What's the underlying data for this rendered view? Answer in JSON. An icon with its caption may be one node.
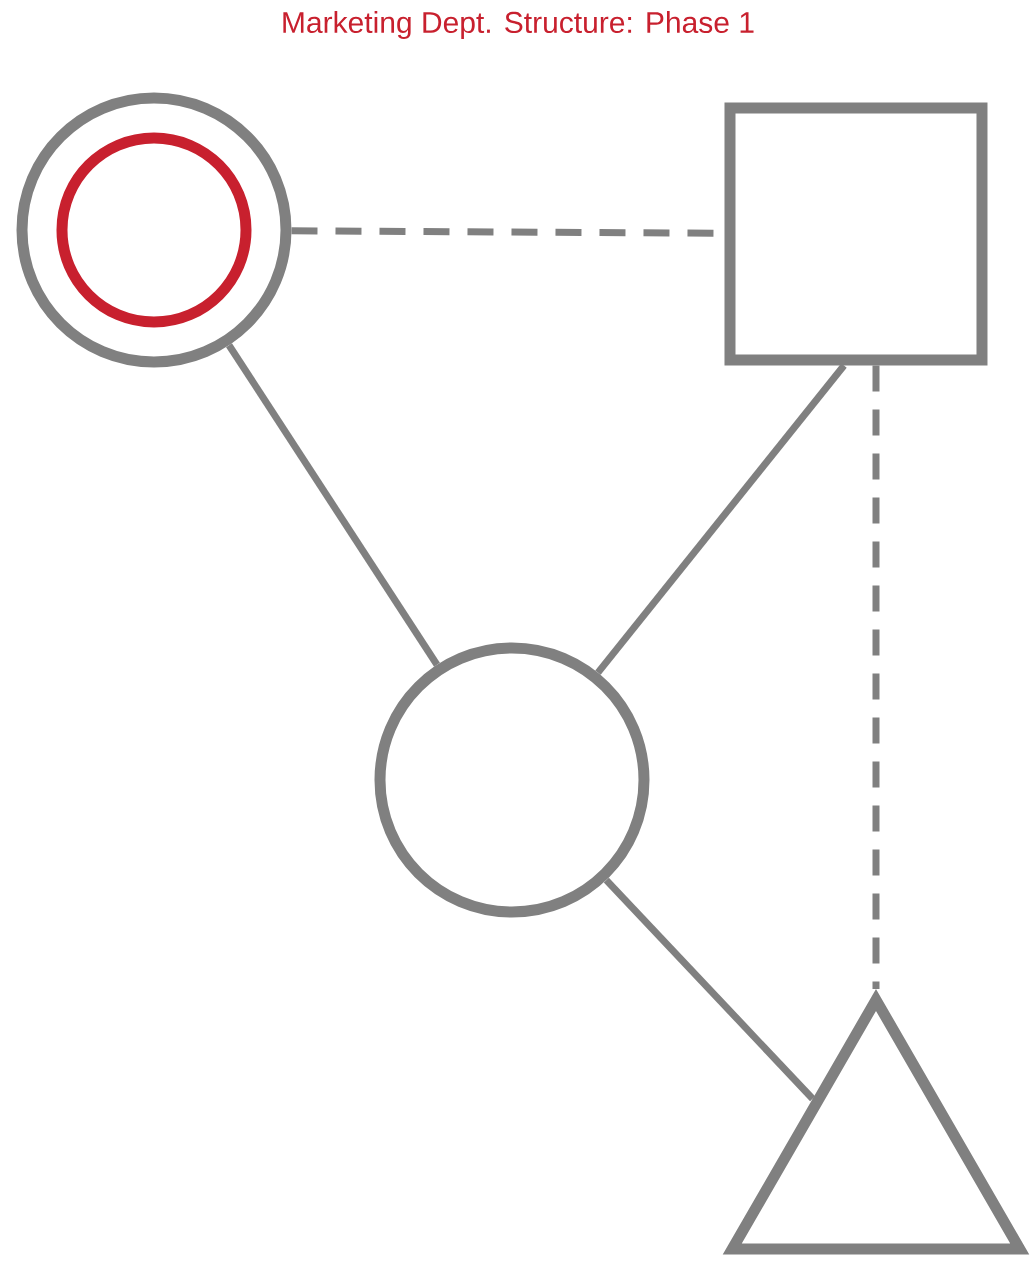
{
  "diagram": {
    "title": "Marketing Dept. Structure: Phase 1",
    "nodes": [
      {
        "text": [],
        "shape": "circle"
      },
      {
        "text": [],
        "shape": "circle",
        "in": 0
      },
      {
        "text": [],
        "shape": "box"
      },
      {
        "text": [],
        "shape": "circle"
      },
      {
        "text": [],
        "shape": "triangle"
      }
    ],
    "edges": [
      {
        "from": 0,
        "to": 2,
        "arrow": "none",
        "style": "dashed"
      },
      {
        "from": 0,
        "to": 3,
        "arrow": "none"
      },
      {
        "from": 2,
        "to": 3,
        "arrow": "none"
      },
      {
        "from": 3,
        "to": 4,
        "arrow": "none"
      },
      {
        "from": 2,
        "to": 4,
        "arrow": "none",
        "style": "dashed"
      }
    ]
  }
}
